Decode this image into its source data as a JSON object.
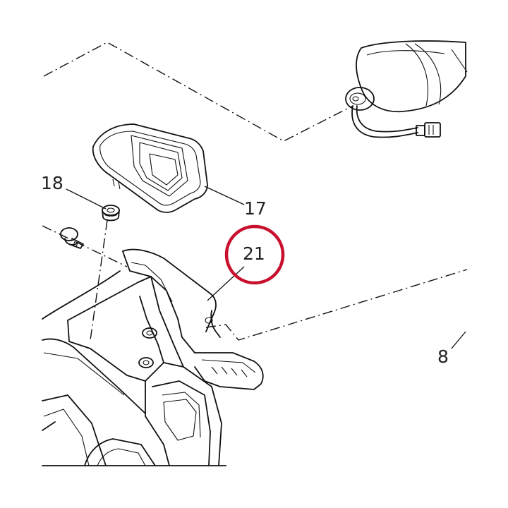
{
  "callouts": {
    "p17": "17",
    "p18": "18",
    "p21": "21",
    "p8": "8"
  },
  "highlight": {
    "target": "21",
    "color": "#c8102e"
  }
}
